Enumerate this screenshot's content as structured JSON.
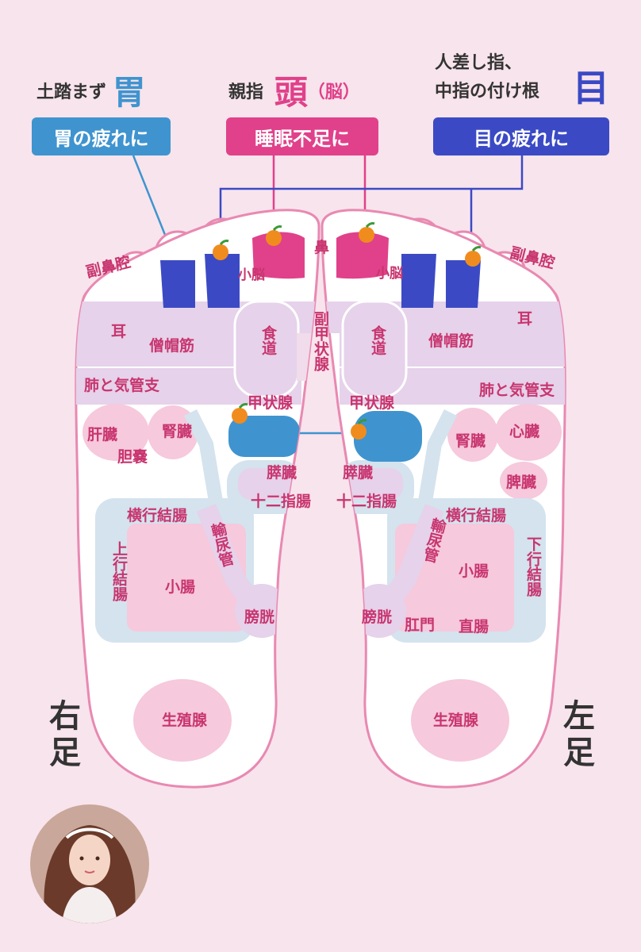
{
  "colors": {
    "stomach": "#3f94cf",
    "head": "#e0418a",
    "eye": "#3b4ac4",
    "label": "#c8356f",
    "zone_light": "#e6d2ea",
    "zone_pink": "#f6c9dc",
    "zone_blue": "#d4e3ee"
  },
  "header": {
    "stomach": {
      "prefix": "土踏まず",
      "big": "胃",
      "box": "胃の疲れに"
    },
    "head": {
      "prefix": "親指",
      "big": "頭",
      "suffix": "（脳）",
      "box": "睡眠不足に"
    },
    "eye": {
      "line1": "人差し指、",
      "line2": "中指の付け根",
      "big": "目",
      "box": "目の疲れに"
    }
  },
  "feet": {
    "right_foot": "右足",
    "left_foot": "左足"
  },
  "labels": {
    "right": {
      "sinus": "副鼻腔",
      "ear": "耳",
      "trapezius": "僧帽筋",
      "lung": "肺と気管支",
      "liver": "肝臓",
      "gallbladder": "胆嚢",
      "kidney": "腎臓",
      "transverse_colon": "横行結腸",
      "ascending_colon": "上行結腸",
      "small_intestine": "小腸",
      "ureter": "輸尿管",
      "bladder": "膀胱",
      "reproductive": "生殖腺",
      "cerebellum": "小脳",
      "esophagus": "食道",
      "thyroid": "甲状腺",
      "pancreas": "膵臓",
      "duodenum": "十二指腸"
    },
    "center": {
      "nose": "鼻",
      "parathyroid": "副甲状腺"
    },
    "left": {
      "sinus": "副鼻腔",
      "ear": "耳",
      "trapezius": "僧帽筋",
      "lung": "肺と気管支",
      "kidney": "腎臓",
      "heart": "心臓",
      "spleen": "脾臓",
      "transverse_colon": "横行結腸",
      "descending_colon": "下行結腸",
      "small_intestine": "小腸",
      "ureter": "輸尿管",
      "bladder": "膀胱",
      "anus": "肛門",
      "rectum": "直腸",
      "reproductive": "生殖腺",
      "cerebellum": "小脳",
      "esophagus": "食道",
      "thyroid": "甲状腺",
      "pancreas": "膵臓",
      "duodenum": "十二指腸"
    }
  },
  "icons": {
    "pressure_point": "orange-fruit-icon",
    "avatar": "woman-portrait-avatar"
  }
}
